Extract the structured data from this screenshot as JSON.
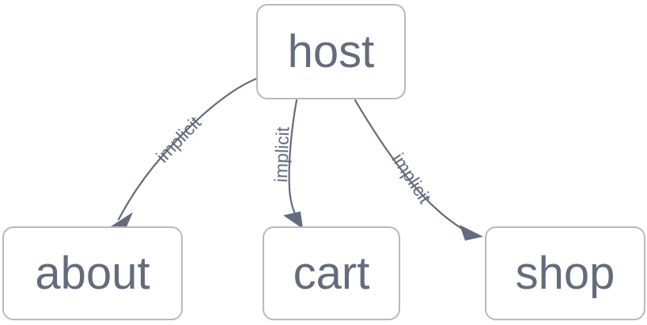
{
  "diagram": {
    "type": "directed-graph",
    "background_color": "#ffffff",
    "node_border_color": "#b9b9b9",
    "node_fill_color": "#ffffff",
    "text_color": "#646b7d",
    "edge_color": "#646b7d",
    "nodes": [
      {
        "id": "host",
        "label": "host"
      },
      {
        "id": "about",
        "label": "about"
      },
      {
        "id": "cart",
        "label": "cart"
      },
      {
        "id": "shop",
        "label": "shop"
      }
    ],
    "edges": [
      {
        "from": "host",
        "to": "about",
        "label": "implicit"
      },
      {
        "from": "host",
        "to": "cart",
        "label": "implicit"
      },
      {
        "from": "host",
        "to": "shop",
        "label": "implicit"
      }
    ]
  }
}
